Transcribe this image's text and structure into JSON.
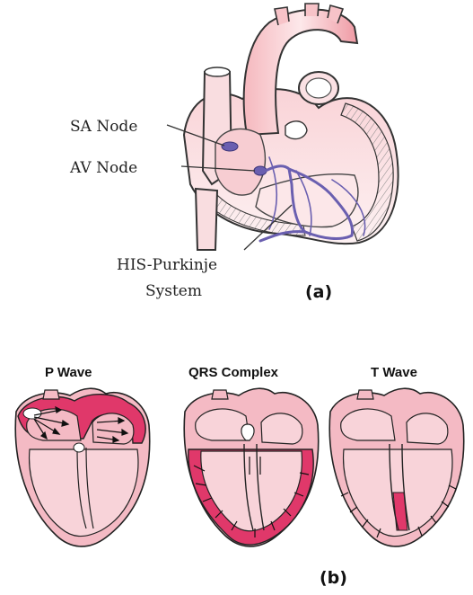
{
  "panel_a": {
    "sa_node_label": "SA Node",
    "av_node_label": "AV Node",
    "his_label_line1": "HIS-Purkinje",
    "his_label_line2": "System",
    "tag": "(a)"
  },
  "panel_b": {
    "tag": "(b)",
    "stages": [
      {
        "title": "P Wave"
      },
      {
        "title": "QRS Complex"
      },
      {
        "title": "T Wave"
      }
    ]
  },
  "colors": {
    "heart_fill": "#f6c9cf",
    "heart_light": "#fbe3e6",
    "depolarized": "#e0386a",
    "conduction": "#6a5fb0",
    "outline": "#222222"
  }
}
